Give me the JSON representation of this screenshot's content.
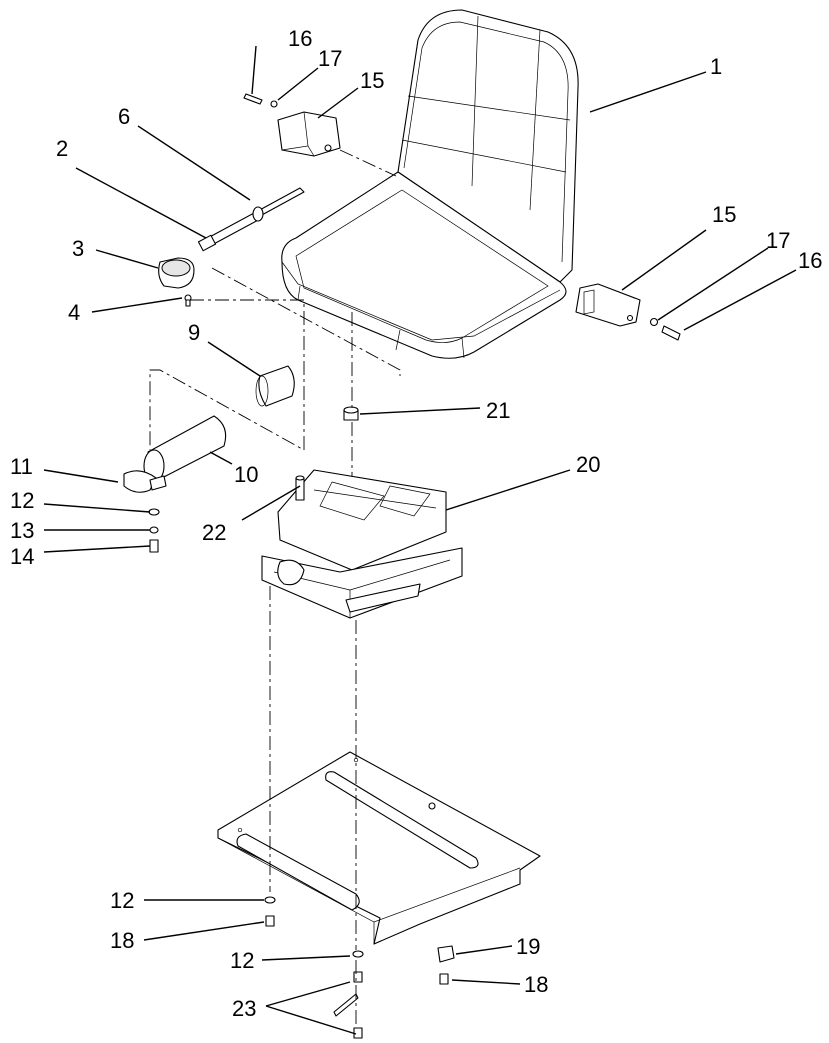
{
  "callouts": [
    {
      "id": "c1",
      "text": "1"
    },
    {
      "id": "c2",
      "text": "2"
    },
    {
      "id": "c3",
      "text": "3"
    },
    {
      "id": "c4",
      "text": "4"
    },
    {
      "id": "c6",
      "text": "6"
    },
    {
      "id": "c9",
      "text": "9"
    },
    {
      "id": "c10",
      "text": "10"
    },
    {
      "id": "c11",
      "text": "11"
    },
    {
      "id": "c12a",
      "text": "12"
    },
    {
      "id": "c13",
      "text": "13"
    },
    {
      "id": "c14",
      "text": "14"
    },
    {
      "id": "c15a",
      "text": "15"
    },
    {
      "id": "c16a",
      "text": "16"
    },
    {
      "id": "c17a",
      "text": "17"
    },
    {
      "id": "c15b",
      "text": "15"
    },
    {
      "id": "c16b",
      "text": "16"
    },
    {
      "id": "c17b",
      "text": "17"
    },
    {
      "id": "c12b",
      "text": "12"
    },
    {
      "id": "c12c",
      "text": "12"
    },
    {
      "id": "c18a",
      "text": "18"
    },
    {
      "id": "c18b",
      "text": "18"
    },
    {
      "id": "c19",
      "text": "19"
    },
    {
      "id": "c20",
      "text": "20"
    },
    {
      "id": "c21",
      "text": "21"
    },
    {
      "id": "c22",
      "text": "22"
    },
    {
      "id": "c23",
      "text": "23"
    }
  ]
}
